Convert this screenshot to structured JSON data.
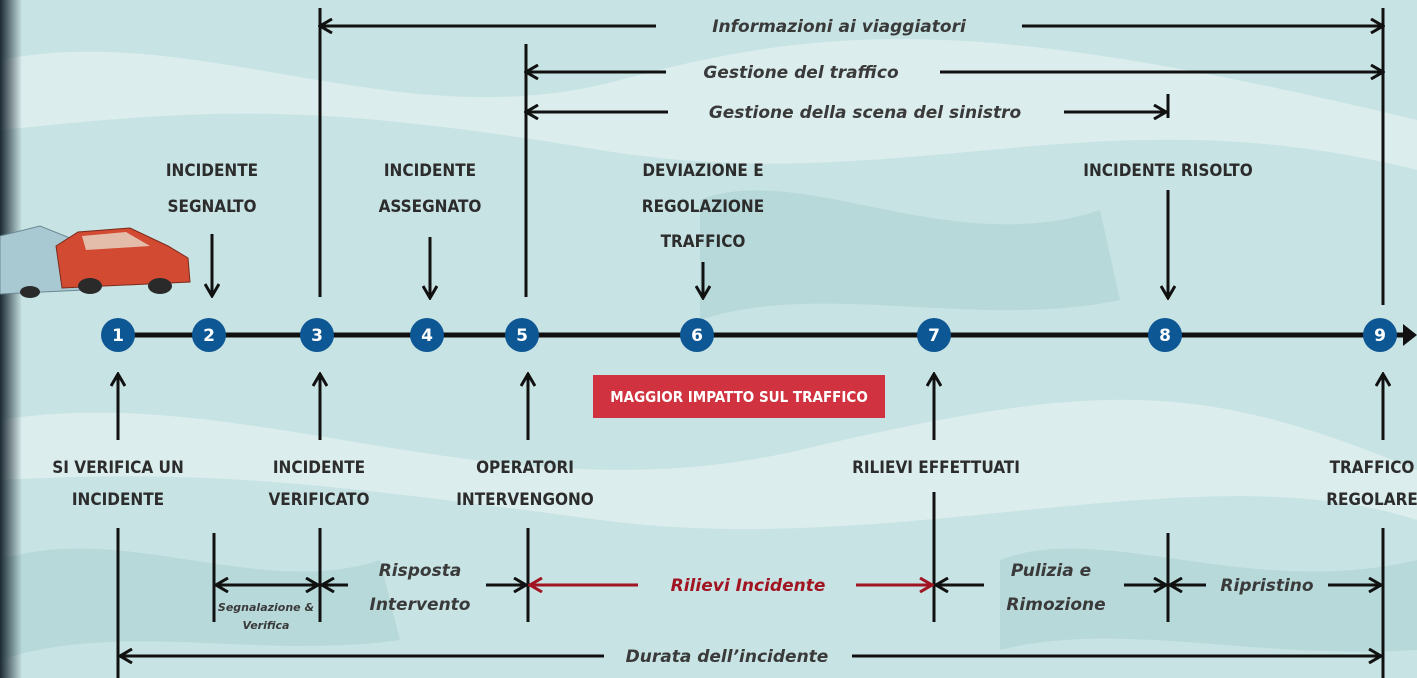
{
  "milestones": [
    "1",
    "2",
    "3",
    "4",
    "5",
    "6",
    "7",
    "8",
    "9"
  ],
  "top_labels": {
    "segnalato": [
      "INCIDENTE",
      "SEGNALTO"
    ],
    "assegnato": [
      "INCIDENTE",
      "ASSEGNATO"
    ],
    "deviazione": [
      "DEVIAZIONE E",
      "REGOLAZIONE",
      "TRAFFICO"
    ],
    "risolto": [
      "INCIDENTE RISOLTO"
    ]
  },
  "bottom_labels": {
    "si_verifica": [
      "SI VERIFICA UN",
      "INCIDENTE"
    ],
    "verificato": [
      "INCIDENTE",
      "VERIFICATO"
    ],
    "operatori": [
      "OPERATORI",
      "INTERVENGONO"
    ],
    "rilievi_effettuati": [
      "RILIEVI EFFETTUATI"
    ],
    "traffico_regolare": [
      "TRAFFICO",
      "REGOLARE"
    ]
  },
  "spans_top": {
    "informazioni": "Informazioni ai viaggiatori",
    "gestione_traffico": "Gestione del traffico",
    "gestione_scena": "Gestione della scena del sinistro"
  },
  "impact_badge": "MAGGIOR IMPATTO SUL TRAFFICO",
  "phases": {
    "segnalazione": [
      "Segnalazione &",
      "Verifica"
    ],
    "risposta": [
      "Risposta",
      "Intervento"
    ],
    "rilievi": "Rilievi Incidente",
    "pulizia": [
      "Pulizia e",
      "Rimozione"
    ],
    "ripristino": "Ripristino"
  },
  "durata": "Durata dell’incidente",
  "colors": {
    "milestone_circle": "#0d5794",
    "badge": "#d0333f",
    "rilievi_highlight": "#a01521",
    "background": "#c8e3e4"
  },
  "car_image": "crashed-car"
}
